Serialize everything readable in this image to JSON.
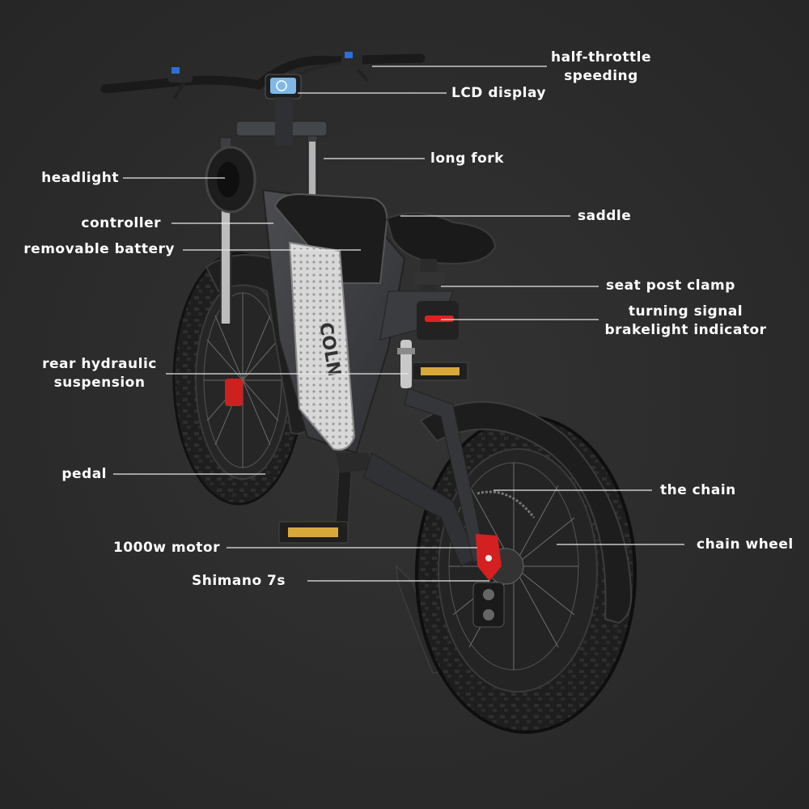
{
  "labels": {
    "half_throttle": "half-throttle\nspeeding",
    "lcd_display": "LCD display",
    "long_fork": "long fork",
    "headlight": "headlight",
    "saddle": "saddle",
    "controller": "controller",
    "removable_battery": "removable battery",
    "seat_post_clamp": "seat post clamp",
    "turning_signal": "turning signal\nbrakelight indicator",
    "rear_suspension": "rear hydraulic\nsuspension",
    "pedal": "pedal",
    "the_chain": "the chain",
    "chain_wheel": "chain wheel",
    "motor": "1000w motor",
    "shimano": "Shimano 7s"
  },
  "colors": {
    "background": "#2d2d2d",
    "label_text": "#ffffff",
    "leader_line": "#e8e8e8",
    "frame": "#3b3d40",
    "tire": "#1c1c1c",
    "battery_panel": "#dcdcdc",
    "caliper": "#d42020",
    "pedal_reflector": "#e0b43a"
  }
}
